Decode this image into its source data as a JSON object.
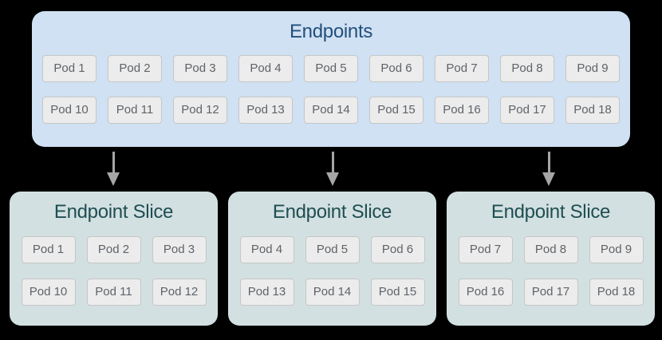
{
  "colors": {
    "background": "#000000",
    "endpoints_box_bg": "#cfe1f3",
    "endpoints_title": "#234f7c",
    "slice_box_bg": "#d2e0e1",
    "slice_title": "#1f4e52",
    "pod_bg": "#ececec",
    "pod_border": "#c6c6c6",
    "pod_text": "#5f6368",
    "arrow": "#a6a6a6"
  },
  "endpoints": {
    "title": "Endpoints",
    "pods": [
      "Pod 1",
      "Pod 2",
      "Pod 3",
      "Pod 4",
      "Pod 5",
      "Pod 6",
      "Pod 7",
      "Pod 8",
      "Pod 9",
      "Pod 10",
      "Pod 11",
      "Pod 12",
      "Pod 13",
      "Pod 14",
      "Pod 15",
      "Pod 16",
      "Pod 17",
      "Pod 18"
    ]
  },
  "slices": [
    {
      "title": "Endpoint Slice",
      "pods": [
        "Pod 1",
        "Pod 2",
        "Pod 3",
        "Pod 10",
        "Pod 11",
        "Pod 12"
      ]
    },
    {
      "title": "Endpoint Slice",
      "pods": [
        "Pod 4",
        "Pod 5",
        "Pod 6",
        "Pod 13",
        "Pod 14",
        "Pod 15"
      ]
    },
    {
      "title": "Endpoint Slice",
      "pods": [
        "Pod 7",
        "Pod 8",
        "Pod 9",
        "Pod 16",
        "Pod 17",
        "Pod 18"
      ]
    }
  ]
}
